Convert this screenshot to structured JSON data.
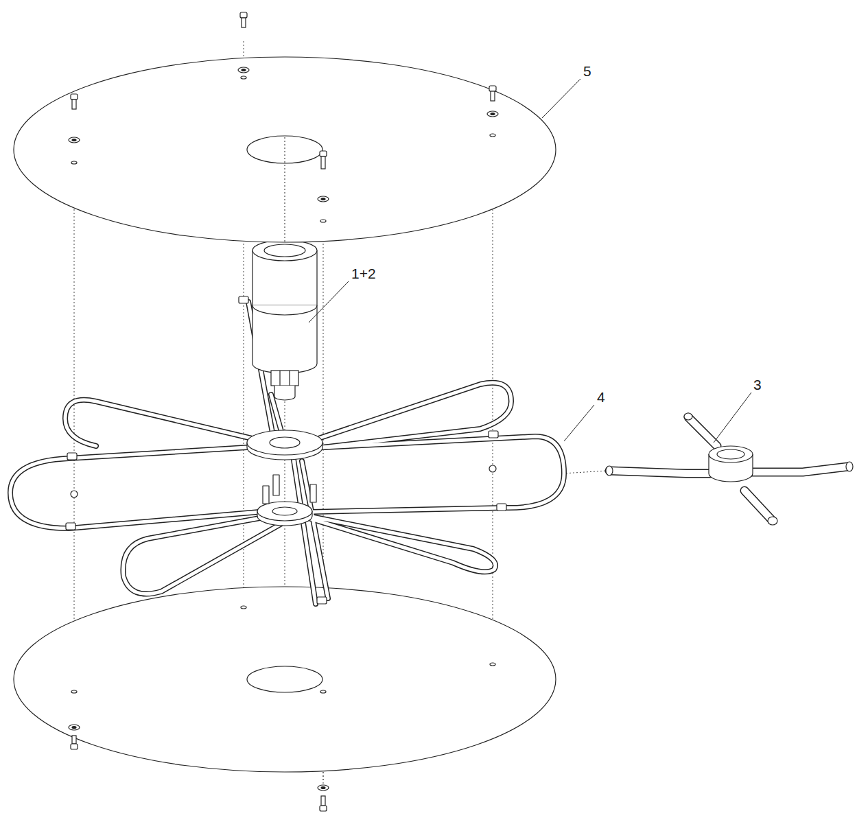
{
  "diagram": {
    "labels": [
      "5",
      "1+2",
      "4",
      "3"
    ]
  }
}
